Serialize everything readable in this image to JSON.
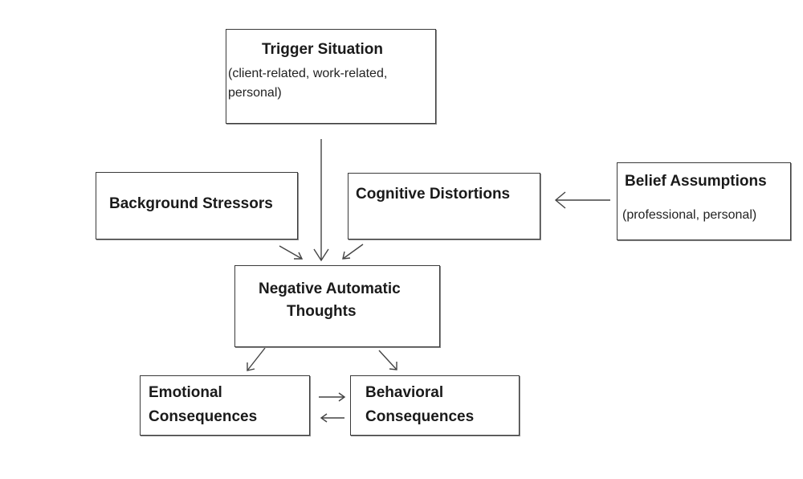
{
  "diagram": {
    "nodes": {
      "trigger": {
        "title": "Trigger Situation",
        "subtitle_line1": "(client-related, work-related,",
        "subtitle_line2": "personal)"
      },
      "background": {
        "title": "Background Stressors"
      },
      "cognitive": {
        "title": "Cognitive Distortions"
      },
      "belief": {
        "title": "Belief Assumptions",
        "subtitle": "(professional, personal)"
      },
      "nat": {
        "title_line1": "Negative Automatic",
        "title_line2": "Thoughts"
      },
      "emotional": {
        "title_line1": "Emotional",
        "title_line2": "Consequences"
      },
      "behavioral": {
        "title_line1": "Behavioral",
        "title_line2": "Consequences"
      }
    },
    "edges": [
      {
        "from": "Trigger Situation",
        "to": "Negative Automatic Thoughts"
      },
      {
        "from": "Background Stressors",
        "to": "Negative Automatic Thoughts"
      },
      {
        "from": "Cognitive Distortions",
        "to": "Negative Automatic Thoughts"
      },
      {
        "from": "Belief Assumptions",
        "to": "Cognitive Distortions"
      },
      {
        "from": "Negative Automatic Thoughts",
        "to": "Emotional Consequences"
      },
      {
        "from": "Negative Automatic Thoughts",
        "to": "Behavioral Consequences"
      },
      {
        "from": "Emotional Consequences",
        "to": "Behavioral Consequences"
      },
      {
        "from": "Behavioral Consequences",
        "to": "Emotional Consequences"
      }
    ]
  }
}
